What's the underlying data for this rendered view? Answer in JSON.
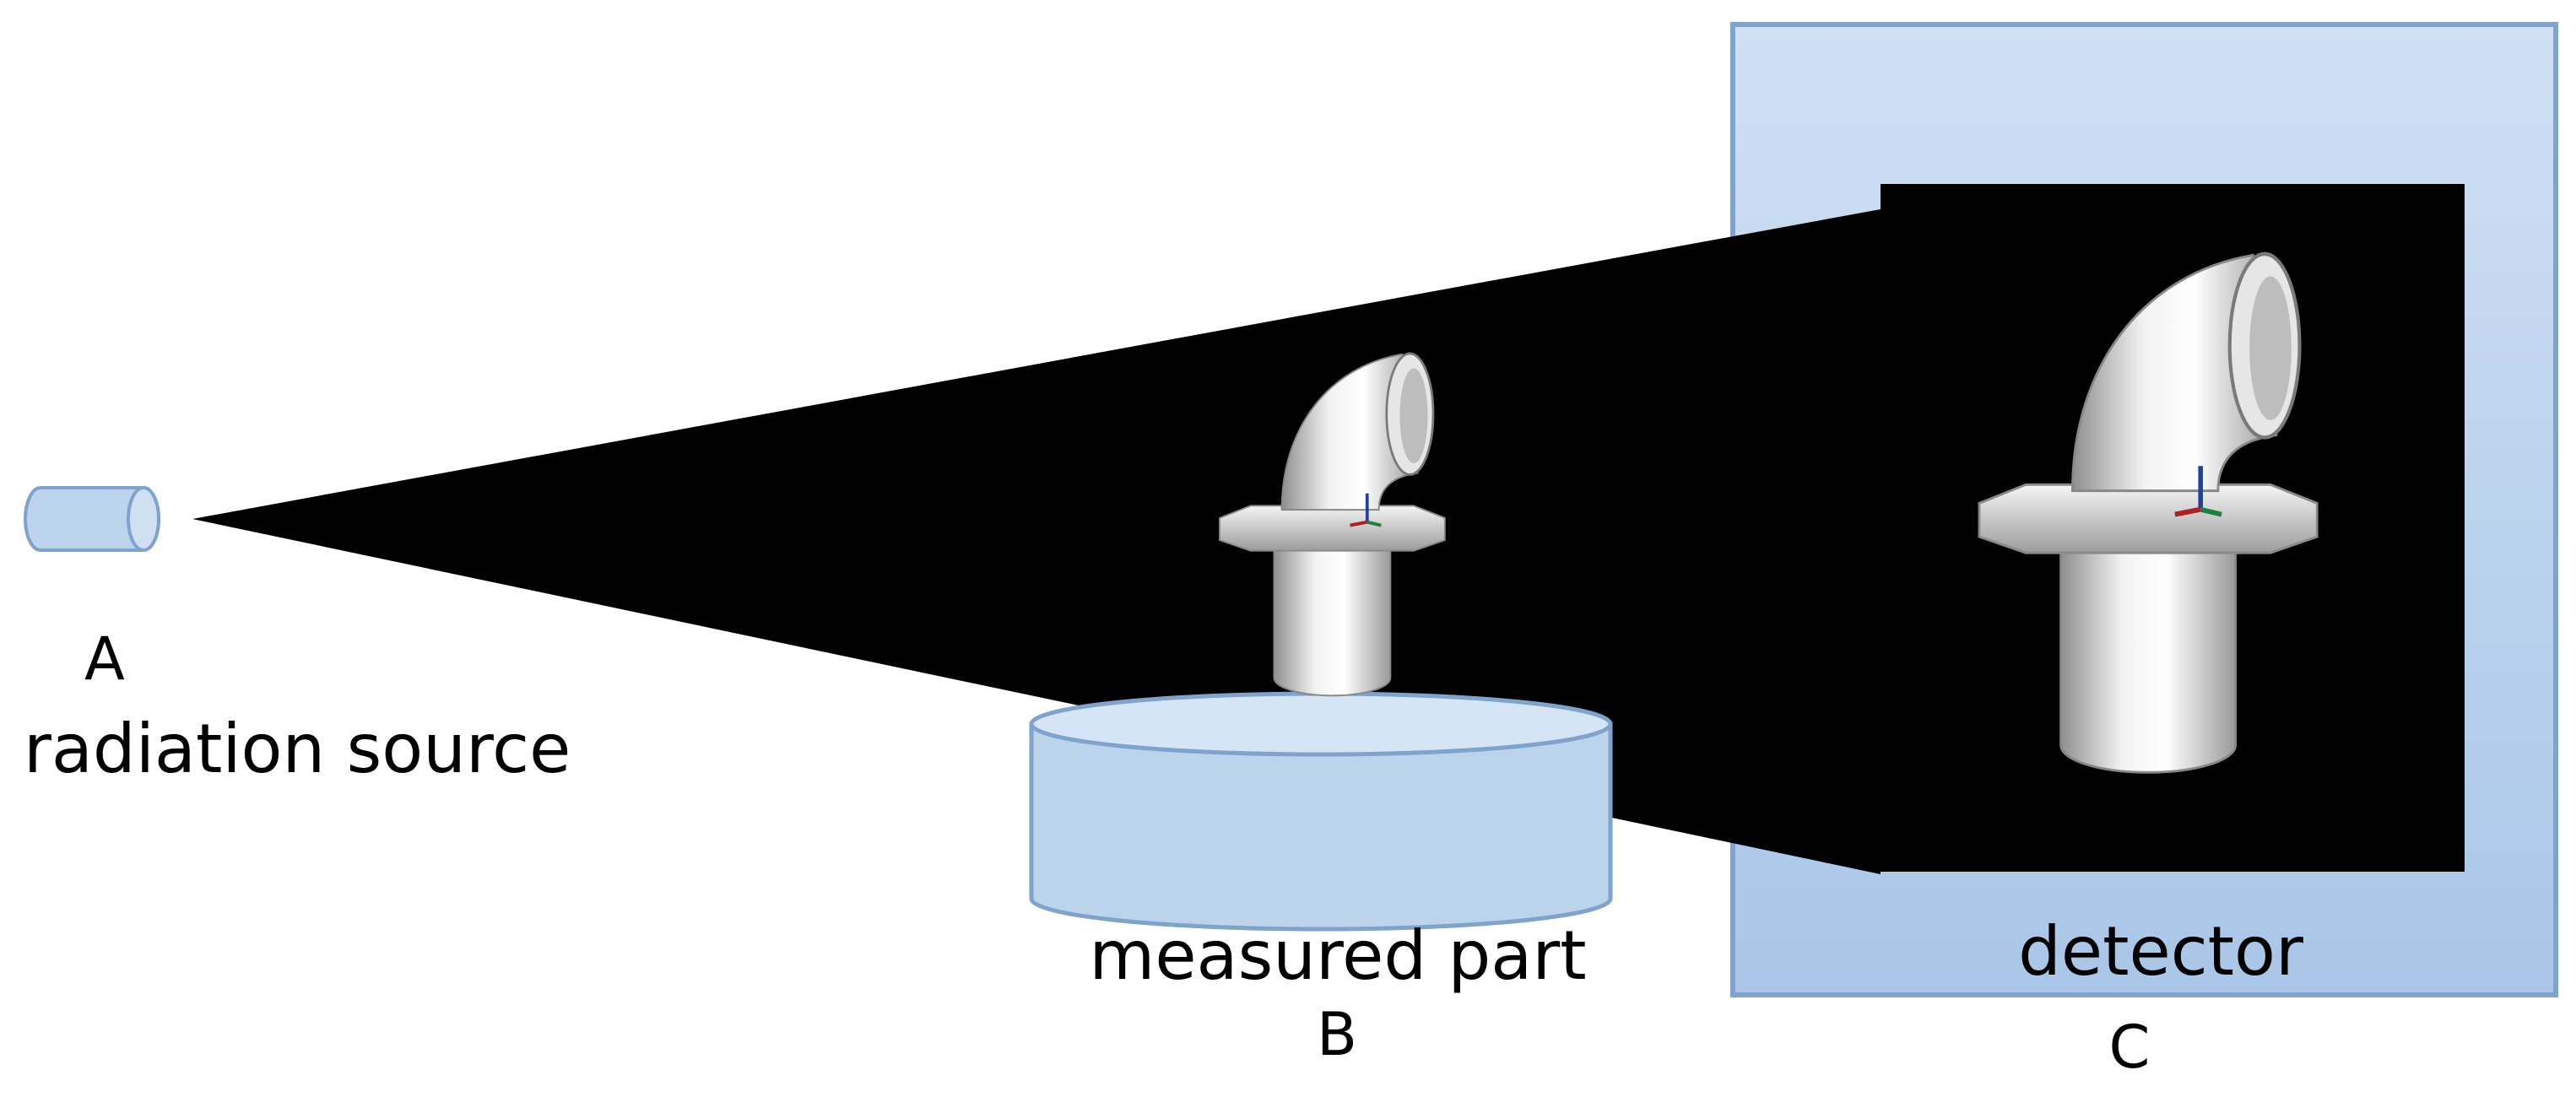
{
  "labels": {
    "source_letter": "A",
    "source_name": "radiation source",
    "part_letter": "B",
    "part_name": "measured part",
    "detector_letter": "C",
    "detector_name": "detector"
  },
  "colors": {
    "blue_fill": "#bcd3ec",
    "blue_stroke": "#8aaed3",
    "beam": "#000000",
    "part_gray": "#d9d9d9"
  }
}
